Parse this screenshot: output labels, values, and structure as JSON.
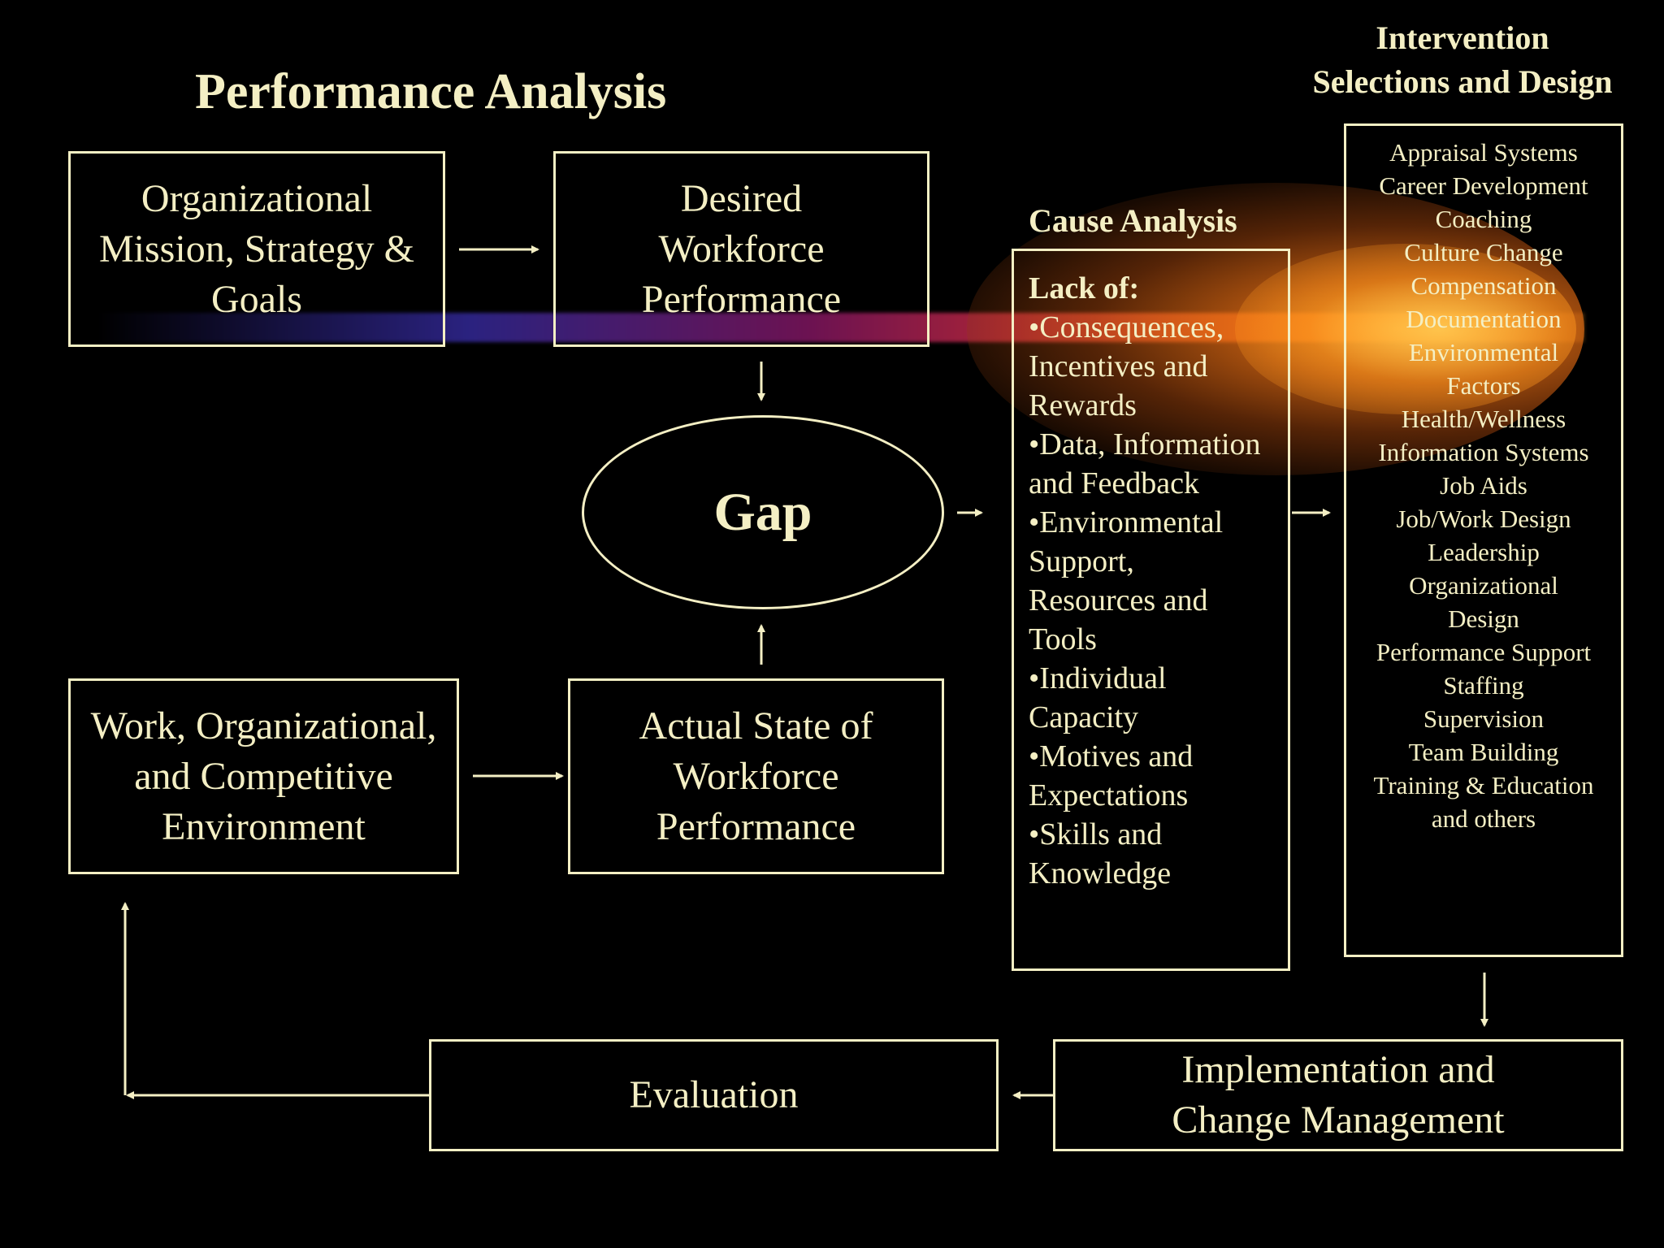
{
  "title": "Performance Analysis",
  "boxes": {
    "mission": "Organizational\nMission, Strategy &\nGoals",
    "desired": "Desired\nWorkforce\nPerformance",
    "gap": "Gap",
    "environment": "Work, Organizational,\nand Competitive\nEnvironment",
    "actual": "Actual State of\nWorkforce\nPerformance",
    "evaluation": "Evaluation",
    "implementation": "Implementation and\nChange Management"
  },
  "cause_analysis": {
    "header": "Cause Analysis",
    "lack_label": "Lack of:",
    "items": [
      "•Consequences,\nIncentives and\nRewards",
      "•Data, Information\nand Feedback",
      "•Environmental\nSupport,\nResources and\nTools",
      "•Individual\nCapacity",
      "•Motives and\nExpectations",
      "•Skills and\nKnowledge"
    ]
  },
  "intervention": {
    "header": "Intervention\nSelections and Design",
    "items": [
      "Appraisal Systems",
      "Career Development",
      "Coaching",
      "Culture Change",
      "Compensation",
      "Documentation",
      "Environmental",
      "Factors",
      "Health/Wellness",
      "Information Systems",
      "Job Aids",
      "Job/Work Design",
      "Leadership",
      "Organizational",
      "Design",
      "Performance Support",
      "Staffing",
      "Supervision",
      "Team Building",
      "Training & Education",
      "and others"
    ]
  },
  "colors": {
    "foreground": "#f4efc4",
    "background": "#000000",
    "glow": "#ffa028"
  }
}
